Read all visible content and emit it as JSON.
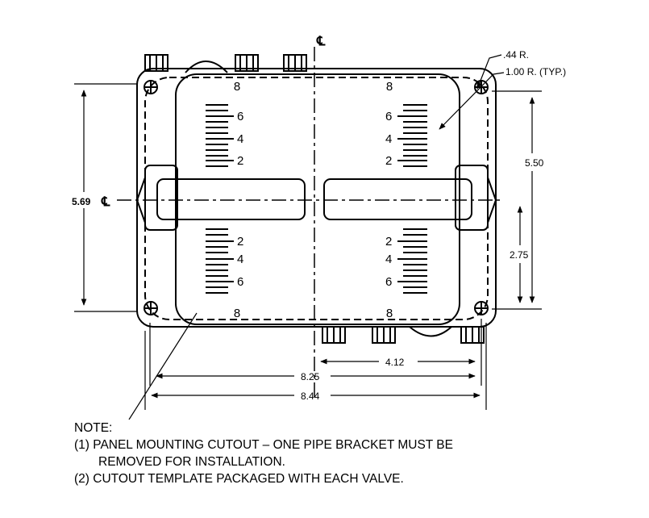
{
  "drawing": {
    "dimensions": {
      "height_total": "5.69",
      "height_holes": "5.50",
      "half_height": "2.75",
      "half_width": "4.12",
      "width_holes": "8.25",
      "width_total": "8.44",
      "corner_radius_small": ".44 R.",
      "corner_radius_large": "1.00 R. (TYP.)"
    },
    "centerline_symbol": "℄",
    "scale_labels": {
      "top": [
        "8",
        "6",
        "4",
        "2"
      ],
      "bottom": [
        "2",
        "4",
        "6",
        "8"
      ]
    }
  },
  "note": {
    "heading": "NOTE:",
    "line1": "(1) PANEL MOUNTING CUTOUT – ONE PIPE BRACKET MUST BE",
    "line1_cont": "REMOVED FOR INSTALLATION.",
    "line2": "(2) CUTOUT TEMPLATE PACKAGED WITH EACH VALVE."
  }
}
